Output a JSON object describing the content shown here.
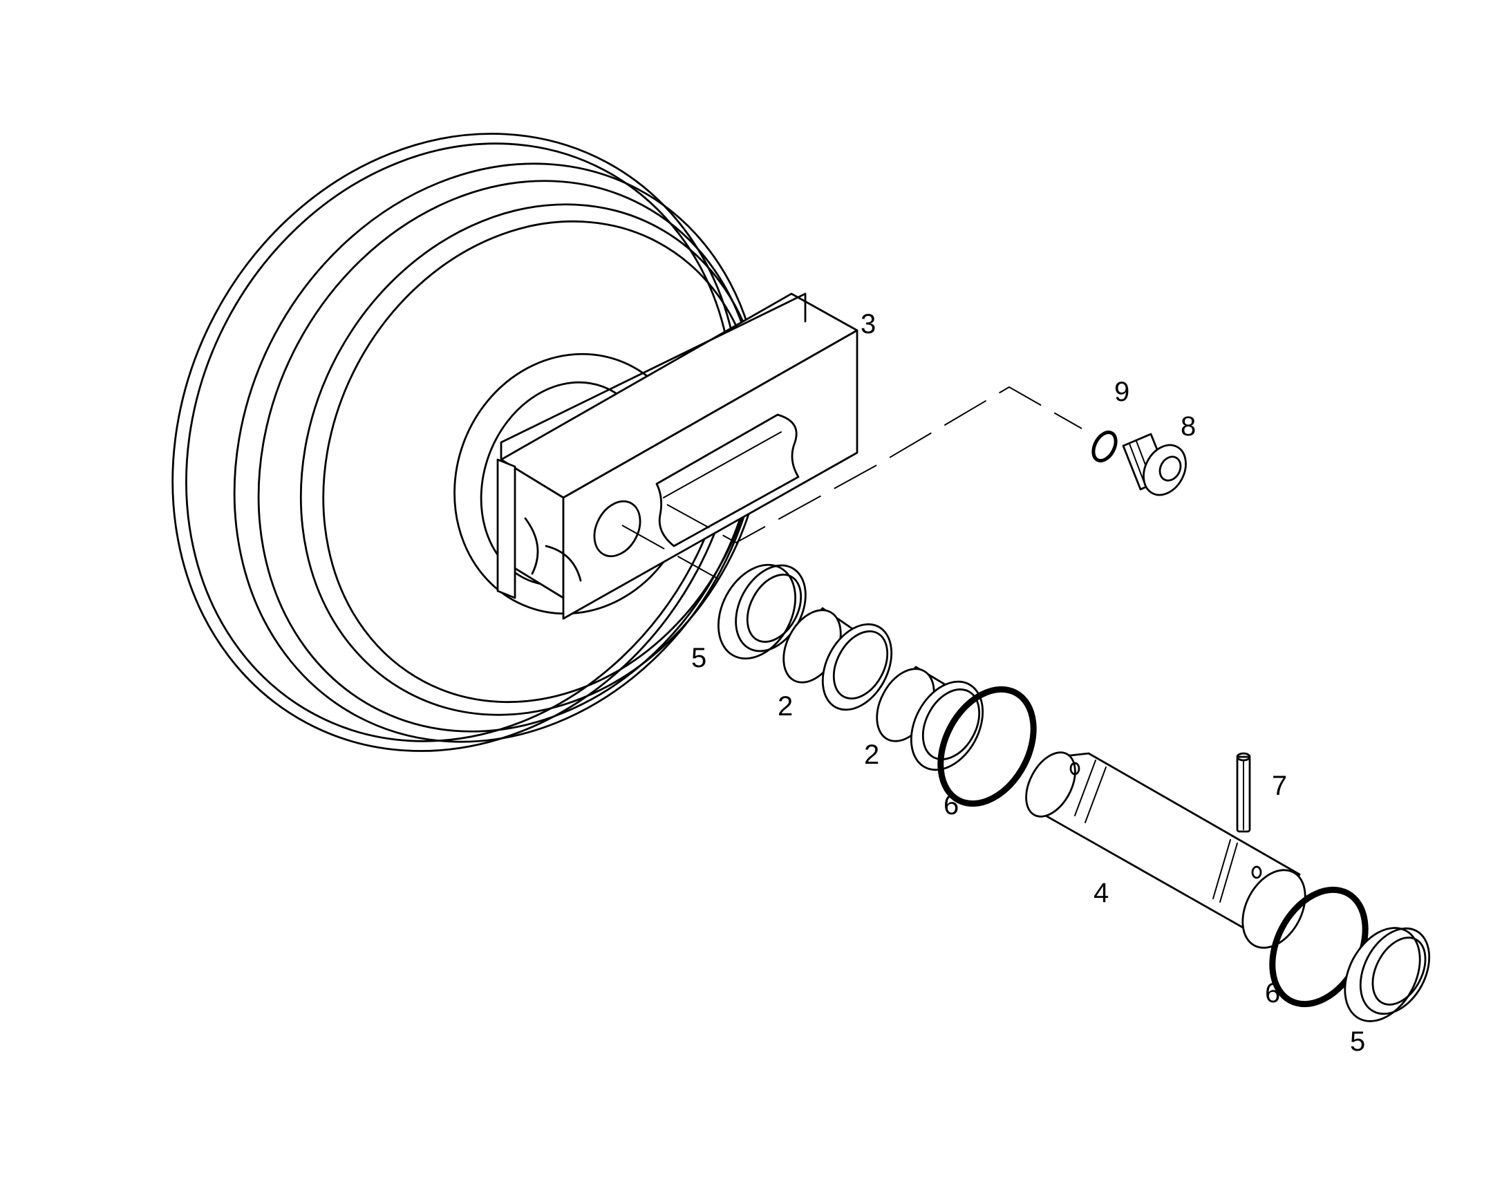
{
  "callouts": [
    {
      "id": "3",
      "text": "3"
    },
    {
      "id": "9",
      "text": "9"
    },
    {
      "id": "8",
      "text": "8"
    },
    {
      "id": "5a",
      "text": "5"
    },
    {
      "id": "2a",
      "text": "2"
    },
    {
      "id": "2b",
      "text": "2"
    },
    {
      "id": "6a",
      "text": "6"
    },
    {
      "id": "7",
      "text": "7"
    },
    {
      "id": "4",
      "text": "4"
    },
    {
      "id": "6b",
      "text": "6"
    },
    {
      "id": "5b",
      "text": "5"
    }
  ],
  "parts": [
    {
      "name": "idler-wheel"
    },
    {
      "name": "bearing-block"
    },
    {
      "name": "o-ring"
    },
    {
      "name": "plug-screw"
    },
    {
      "name": "seal-ring"
    },
    {
      "name": "bushing"
    },
    {
      "name": "bushing"
    },
    {
      "name": "o-ring"
    },
    {
      "name": "roll-pin"
    },
    {
      "name": "shaft"
    },
    {
      "name": "o-ring"
    },
    {
      "name": "seal-ring"
    }
  ]
}
